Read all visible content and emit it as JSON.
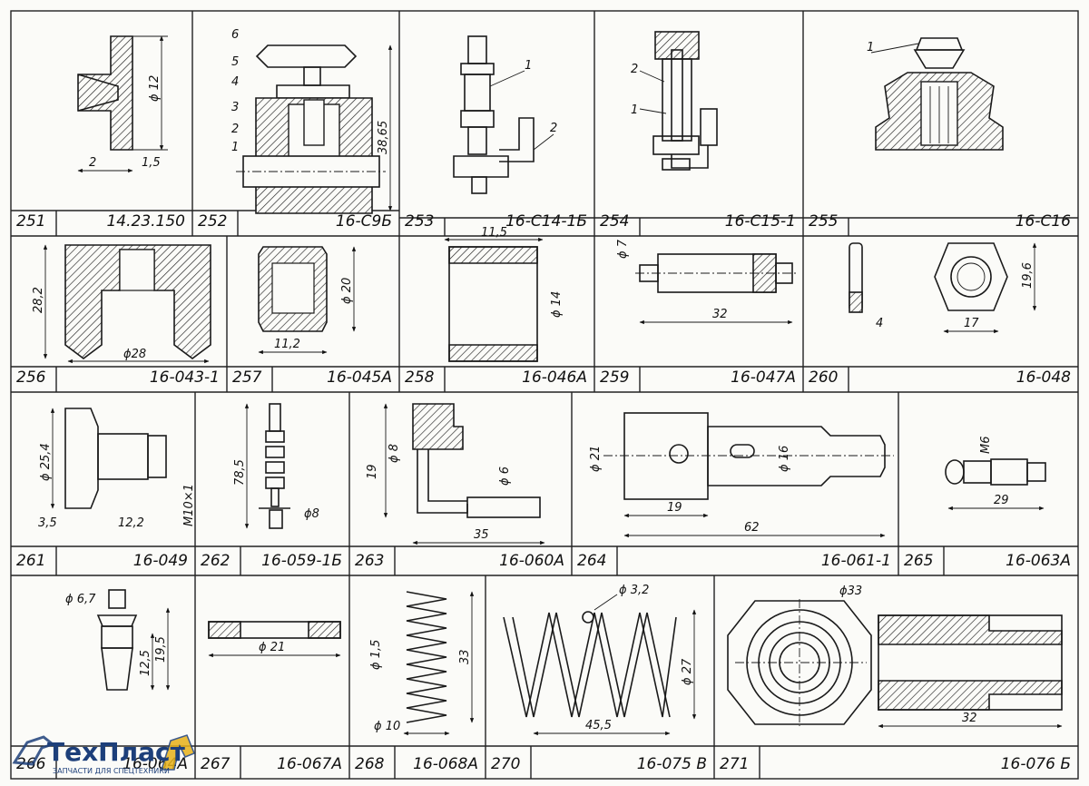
{
  "cells": [
    {
      "id": "c251",
      "num": "251",
      "code": "14.23.150"
    },
    {
      "id": "c252",
      "num": "252",
      "code": "16-С9Б"
    },
    {
      "id": "c253",
      "num": "253",
      "code": "16-С14-1Б"
    },
    {
      "id": "c254",
      "num": "254",
      "code": "16-С15-1"
    },
    {
      "id": "c255",
      "num": "255",
      "code": "16-С16"
    },
    {
      "id": "c256",
      "num": "256",
      "code": "16-043-1"
    },
    {
      "id": "c257",
      "num": "257",
      "code": "16-045А"
    },
    {
      "id": "c258",
      "num": "258",
      "code": "16-046А"
    },
    {
      "id": "c259",
      "num": "259",
      "code": "16-047А"
    },
    {
      "id": "c260",
      "num": "260",
      "code": "16-048"
    },
    {
      "id": "c261",
      "num": "261",
      "code": "16-049"
    },
    {
      "id": "c262",
      "num": "262",
      "code": "16-059-1Б"
    },
    {
      "id": "c263",
      "num": "263",
      "code": "16-060А"
    },
    {
      "id": "c264",
      "num": "264",
      "code": "16-061-1"
    },
    {
      "id": "c265",
      "num": "265",
      "code": "16-063А"
    },
    {
      "id": "c266",
      "num": "266",
      "code": "16-064А"
    },
    {
      "id": "c267",
      "num": "267",
      "code": "16-067А"
    },
    {
      "id": "c268",
      "num": "268",
      "code": "16-068А"
    },
    {
      "id": "c270",
      "num": "270",
      "code": "16-075 В"
    },
    {
      "id": "c271",
      "num": "271",
      "code": "16-076 Б"
    }
  ],
  "dims": {
    "d251": {
      "dia": "ϕ 12",
      "a": "2",
      "b": "1,5"
    },
    "d252": {
      "h": "38,65",
      "l1": "1",
      "l2": "2",
      "l3": "3",
      "l4": "4",
      "l5": "5",
      "l6": "6"
    },
    "d253": {
      "l1": "1",
      "l2": "2"
    },
    "d254": {
      "l1": "2",
      "l2": "1"
    },
    "d255": {
      "l1": "1"
    },
    "d256": {
      "h": "28,2",
      "dia": "ϕ28"
    },
    "d257": {
      "dia": "ϕ 20",
      "w": "11,2"
    },
    "d258": {
      "w": "11,5",
      "dia": "ϕ 14"
    },
    "d259": {
      "dia": "ϕ 7",
      "l": "32"
    },
    "d260": {
      "t": "4",
      "s": "17",
      "h": "19,6"
    },
    "d261": {
      "dia": "ϕ 25,4",
      "a": "3,5",
      "b": "12,2",
      "th": "М10×1"
    },
    "d262": {
      "h": "78,5",
      "dia": "ϕ8"
    },
    "d263": {
      "h": "19",
      "dia1": "ϕ 8",
      "dia2": "ϕ 6",
      "l": "35"
    },
    "d264": {
      "dia1": "ϕ 21",
      "dia2": "ϕ 16",
      "a": "19",
      "l": "62"
    },
    "d265": {
      "th": "М6",
      "l": "29"
    },
    "d266": {
      "dia": "ϕ 6,7",
      "a": "12,5",
      "b": "19,5"
    },
    "d267": {
      "dia": "ϕ 21"
    },
    "d268": {
      "wire": "ϕ 1,5",
      "h": "33",
      "dia": "ϕ 10"
    },
    "d270": {
      "wire": "ϕ 3,2",
      "dia": "ϕ 27",
      "l": "45,5"
    },
    "d271": {
      "dia": "ϕ33",
      "l": "32"
    }
  },
  "logo": {
    "brand": "ТехПласт",
    "tagline": "ЗАПЧАСТИ ДЛЯ СПЕЦТЕХНИКИ"
  }
}
